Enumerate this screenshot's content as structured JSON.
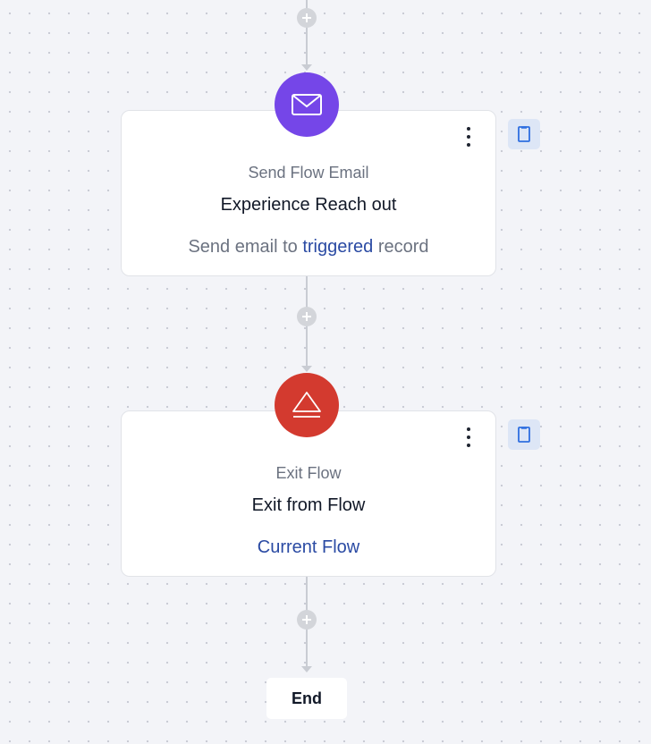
{
  "steps": [
    {
      "kind": "Send Flow Email",
      "title": "Experience Reach out",
      "desc_prefix": "Send email to ",
      "desc_link": "triggered",
      "desc_suffix": " record",
      "icon": "mail-icon",
      "color": "#7546e8"
    },
    {
      "kind": "Exit Flow",
      "title": "Exit from Flow",
      "desc_link": "Current Flow",
      "icon": "eject-icon",
      "color": "#d33a2f"
    }
  ],
  "end_label": "End"
}
